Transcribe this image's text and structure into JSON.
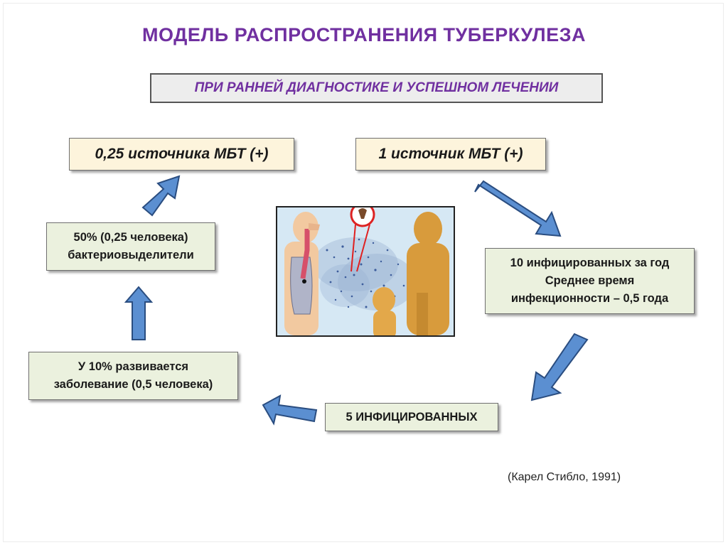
{
  "title": "МОДЕЛЬ  РАСПРОСТРАНЕНИЯ  ТУБЕРКУЛЕЗА",
  "subtitle": "ПРИ  РАННЕЙ  ДИАГНОСТИКЕ  И  УСПЕШНОМ  ЛЕЧЕНИИ",
  "boxes": {
    "sources_025": "0,25 источника МБТ (+)",
    "source_1": "1 источник МБТ (+)",
    "infected_10": [
      "10 инфицированных за год",
      "Среднее время",
      "инфекционности – 0,5 года"
    ],
    "infected_5": "5 ИНФИЦИРОВАННЫХ",
    "disease_10pct": [
      "У 10% развивается",
      "заболевание (0,5 человека)"
    ],
    "excretors_50pct": [
      "50% (0,25 человека)",
      "бактериовыделители"
    ]
  },
  "citation": "(Карел Стибло, 1991)",
  "colors": {
    "title": "#7030a0",
    "arrow_fill": "#5b8fd1",
    "box_tan": "#fdf4dc",
    "box_green": "#ebf1de",
    "subtitle_bg": "#ededed"
  },
  "illustration": "tuberculosis-transmission-illustration"
}
